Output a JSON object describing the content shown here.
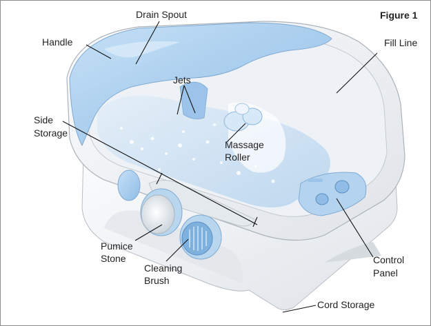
{
  "figure": {
    "title": "Figure 1",
    "labels": {
      "handle": "Handle",
      "drain_spout": "Drain Spout",
      "fill_line": "Fill Line",
      "jets": "Jets",
      "side_storage_line1": "Side",
      "side_storage_line2": "Storage",
      "massage_roller_line1": "Massage",
      "massage_roller_line2": "Roller",
      "pumice_stone_line1": "Pumice",
      "pumice_stone_line2": "Stone",
      "cleaning_brush_line1": "Cleaning",
      "cleaning_brush_line2": "Brush",
      "control_panel_line1": "Control",
      "control_panel_line2": "Panel",
      "cord_storage": "Cord Storage"
    }
  },
  "colors": {
    "body_white": "#f1f3f5",
    "accent_blue": "#a9cdee",
    "water_blue": "#c8def2",
    "leader_line": "#111111"
  }
}
